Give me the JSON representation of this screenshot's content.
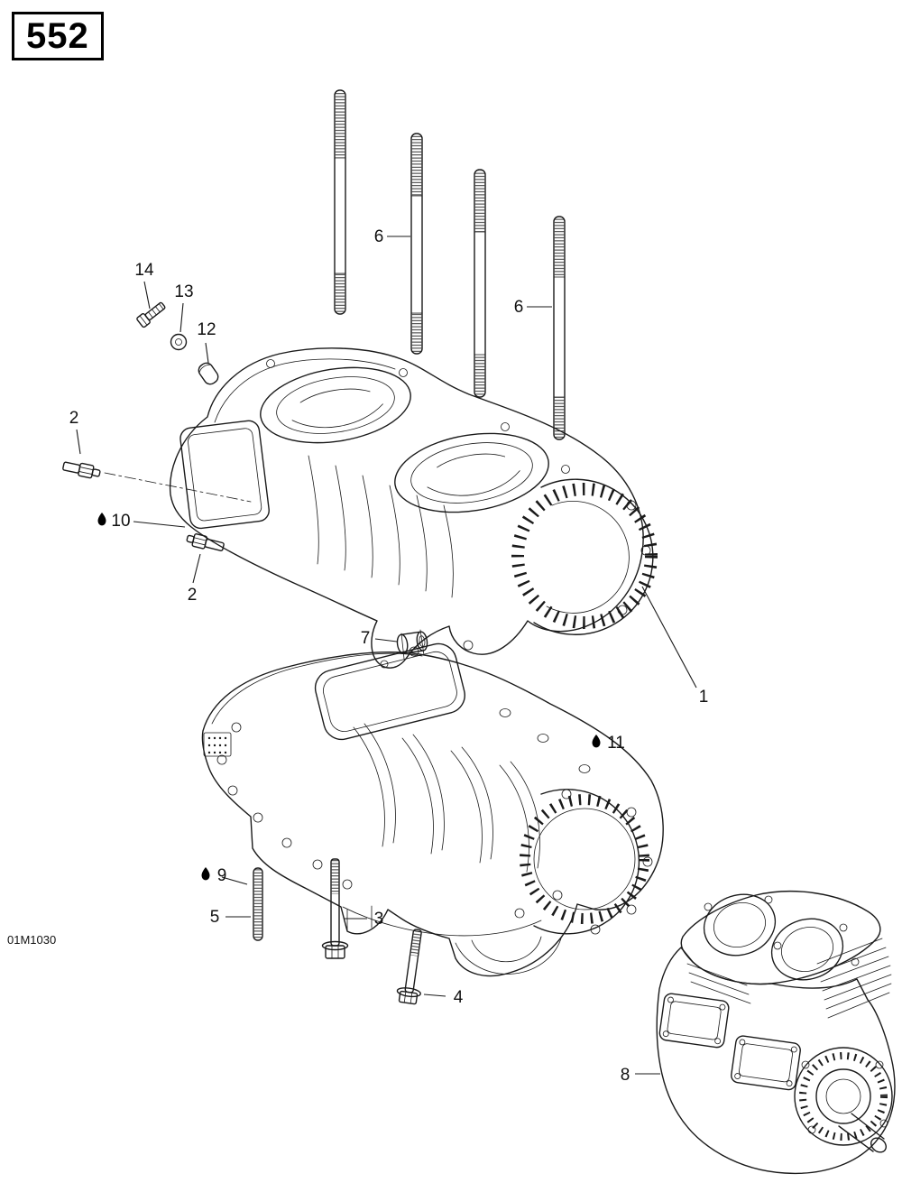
{
  "page": {
    "figure_code": "552",
    "plate_number": "01M1030"
  },
  "callouts": [
    {
      "label": "14",
      "oil": false
    },
    {
      "label": "13",
      "oil": false
    },
    {
      "label": "12",
      "oil": false
    },
    {
      "label": "2",
      "oil": false
    },
    {
      "label": "10",
      "oil": true
    },
    {
      "label": "2",
      "oil": false
    },
    {
      "label": "6",
      "oil": false
    },
    {
      "label": "6",
      "oil": false
    },
    {
      "label": "7",
      "oil": false
    },
    {
      "label": "1",
      "oil": false
    },
    {
      "label": "11",
      "oil": true
    },
    {
      "label": "9",
      "oil": true
    },
    {
      "label": "5",
      "oil": false
    },
    {
      "label": "3",
      "oil": false
    },
    {
      "label": "4",
      "oil": false
    },
    {
      "label": "8",
      "oil": false
    }
  ],
  "icons": {
    "oil_drop": "oil-drop"
  }
}
